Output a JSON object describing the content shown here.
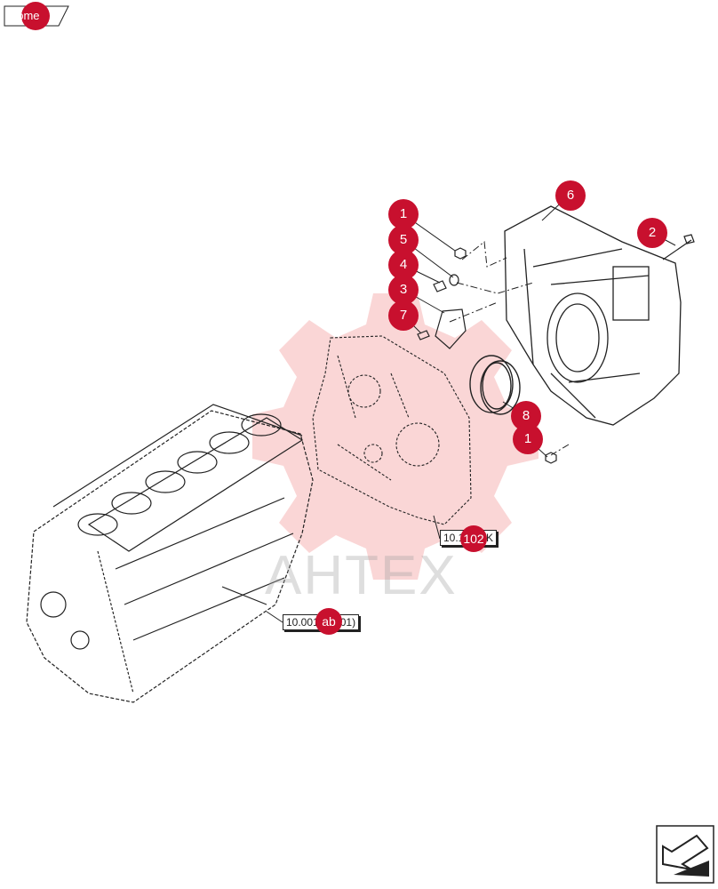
{
  "nav": {
    "home_label": "home"
  },
  "callouts": [
    {
      "id": "c1a",
      "label": "1"
    },
    {
      "id": "c5",
      "label": "5"
    },
    {
      "id": "c4",
      "label": "4"
    },
    {
      "id": "c3",
      "label": "3"
    },
    {
      "id": "c7",
      "label": "7"
    },
    {
      "id": "c6",
      "label": "6"
    },
    {
      "id": "c2",
      "label": "2"
    },
    {
      "id": "c8",
      "label": "8"
    },
    {
      "id": "c1b",
      "label": "1"
    }
  ],
  "references": {
    "ref_a": {
      "text": "10.102.AK",
      "dot": "102"
    },
    "ref_b": {
      "text": "10.001.ab (01)",
      "dot": "ab"
    }
  },
  "watermark": {
    "text": "AHTEX"
  },
  "colors": {
    "callout": "#c8102e",
    "line": "#222222",
    "watermark": "#f08a8a"
  }
}
